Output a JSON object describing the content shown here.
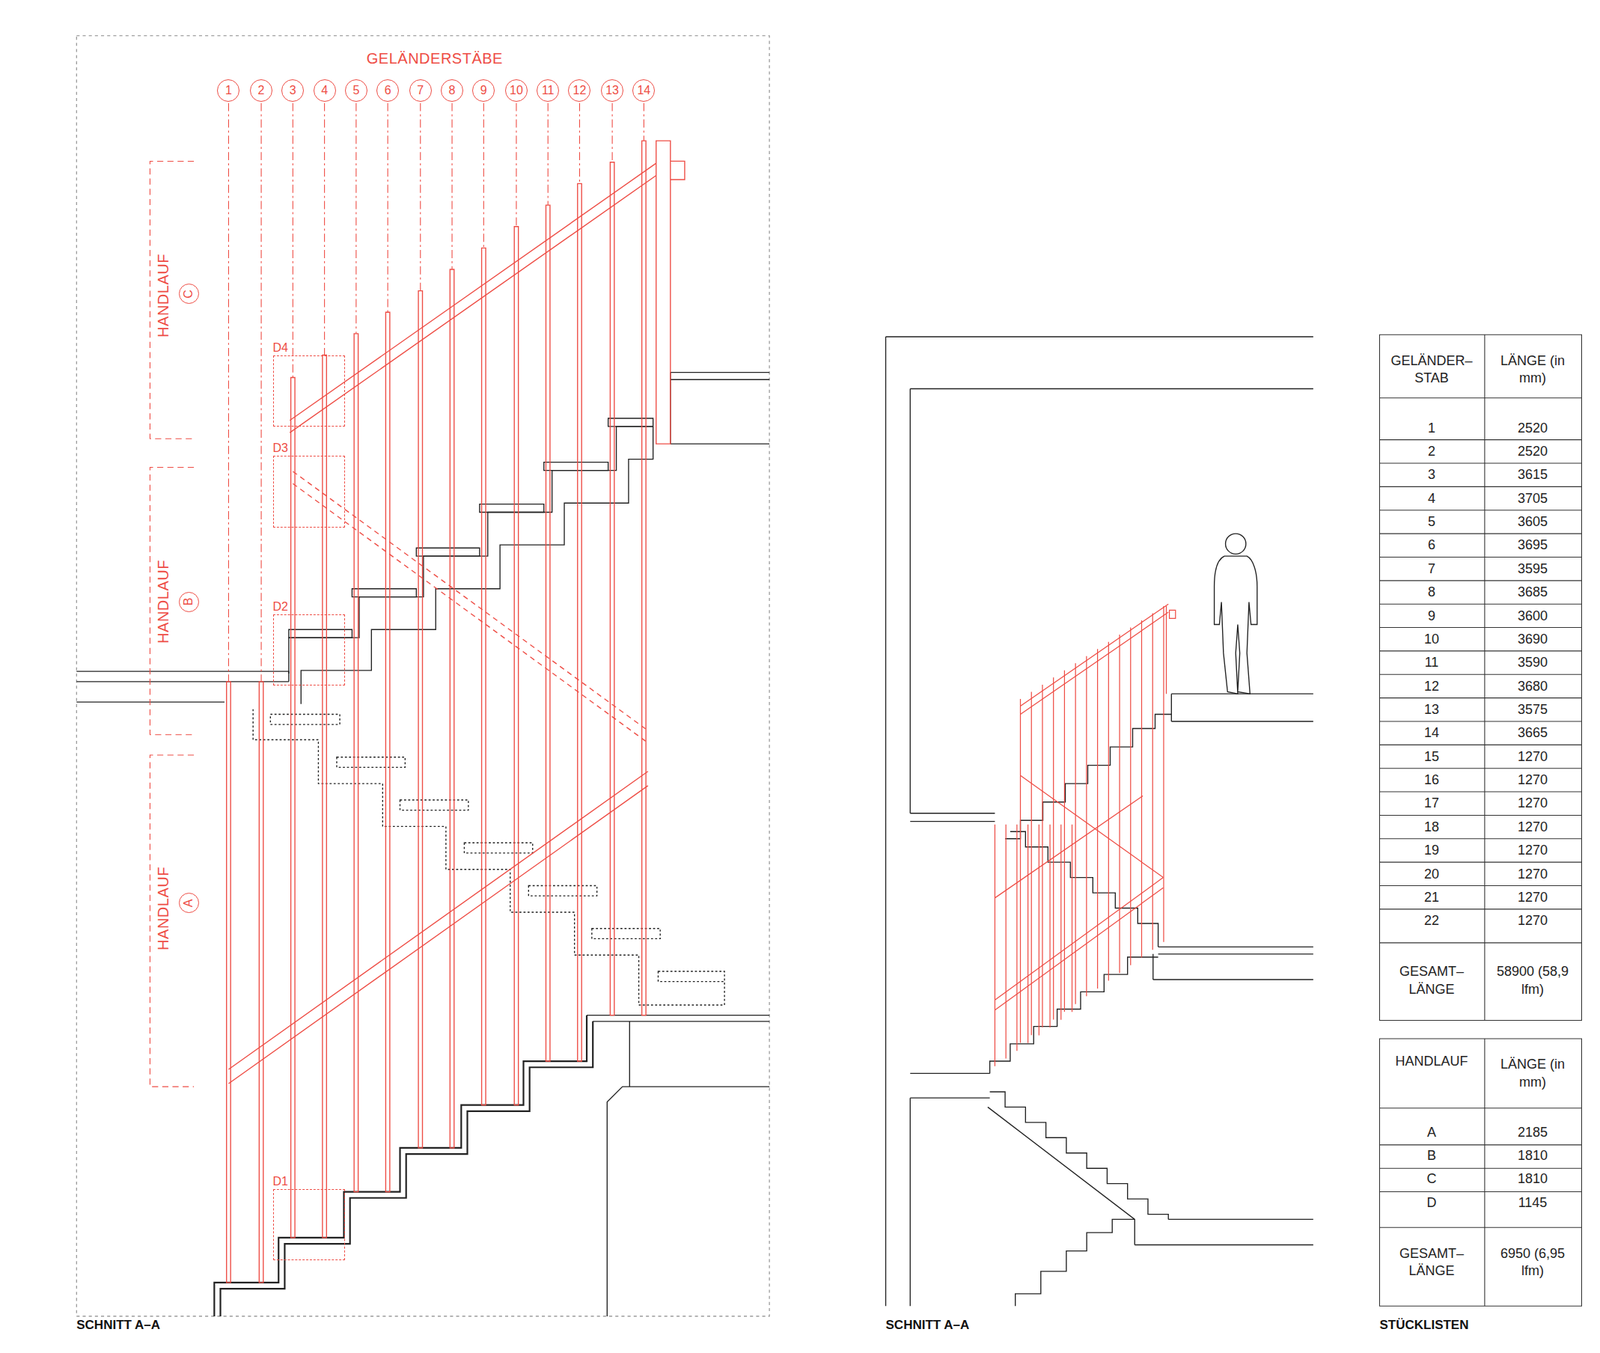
{
  "diagram": {
    "nodes": [
      {
        "text": [
          "1"
        ]
      },
      {
        "text": [
          "2"
        ]
      },
      {
        "text": [
          "3"
        ]
      },
      {
        "text": [
          "4"
        ]
      },
      {
        "text": [
          "5"
        ]
      },
      {
        "text": [
          "6"
        ]
      },
      {
        "text": [
          "7"
        ]
      },
      {
        "text": [
          "8"
        ]
      },
      {
        "text": [
          "9"
        ]
      },
      {
        "text": [
          "10"
        ]
      },
      {
        "text": [
          "11"
        ]
      },
      {
        "text": [
          "12"
        ]
      },
      {
        "text": [
          "13"
        ]
      },
      {
        "text": [
          "14"
        ]
      },
      {
        "text": [
          "C"
        ]
      },
      {
        "text": [
          "B"
        ]
      },
      {
        "text": [
          "A"
        ]
      },
      {
        "text": [
          "D4"
        ]
      },
      {
        "text": [
          "D3"
        ]
      },
      {
        "text": [
          "D2"
        ]
      },
      {
        "text": [
          "D1"
        ]
      }
    ],
    "labels": [
      "GELÄNDERSTÄBE",
      "HANDLAUF",
      "HANDLAUF",
      "HANDLAUF",
      "GELÄNDER– STAB",
      "LÄNGE (in mm)",
      "1",
      "2520",
      "2",
      "2520",
      "3",
      "3615",
      "4",
      "3705",
      "5",
      "3605",
      "6",
      "3695",
      "7",
      "3595",
      "8",
      "3685",
      "9",
      "3600",
      "10",
      "3690",
      "11",
      "3590",
      "12",
      "3680",
      "13",
      "3575",
      "14",
      "3665",
      "15",
      "1270",
      "16",
      "1270",
      "17",
      "1270",
      "18",
      "1270",
      "19",
      "1270",
      "20",
      "1270",
      "21",
      "1270",
      "22",
      "1270",
      "GESAMT– LÄNGE",
      "58900 (58,9 lfm)",
      "HANDLAUF",
      "LÄNGE (in mm)",
      "A",
      "2185",
      "B",
      "1810",
      "C",
      "1810",
      "D",
      "1145",
      "GESAMT– LÄNGE",
      "6950 (6,95 lfm)",
      "SCHNITT A–A",
      "SCHNITT A–A",
      "STÜCKLISTEN"
    ]
  }
}
